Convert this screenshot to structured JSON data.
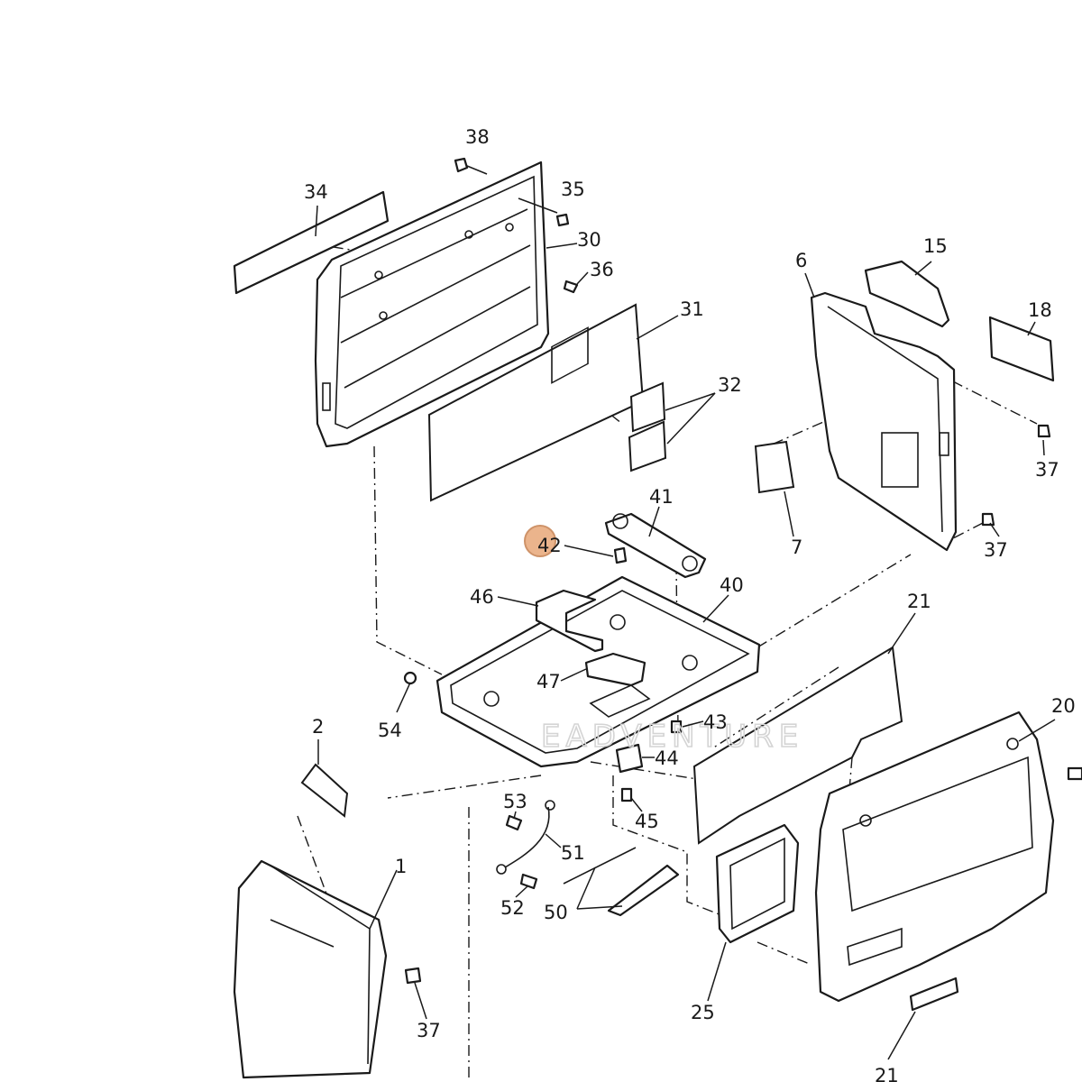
{
  "watermark": "EADVENTURE",
  "highlighted_callout": "42",
  "callouts": [
    "38",
    "34",
    "35",
    "30",
    "36",
    "31",
    "32",
    "15",
    "6",
    "18",
    "37",
    "7",
    "41",
    "42",
    "46",
    "40",
    "47",
    "21",
    "54",
    "43",
    "44",
    "20",
    "2",
    "45",
    "53",
    "51",
    "52",
    "50",
    "1",
    "25",
    "37",
    "37",
    "21"
  ]
}
